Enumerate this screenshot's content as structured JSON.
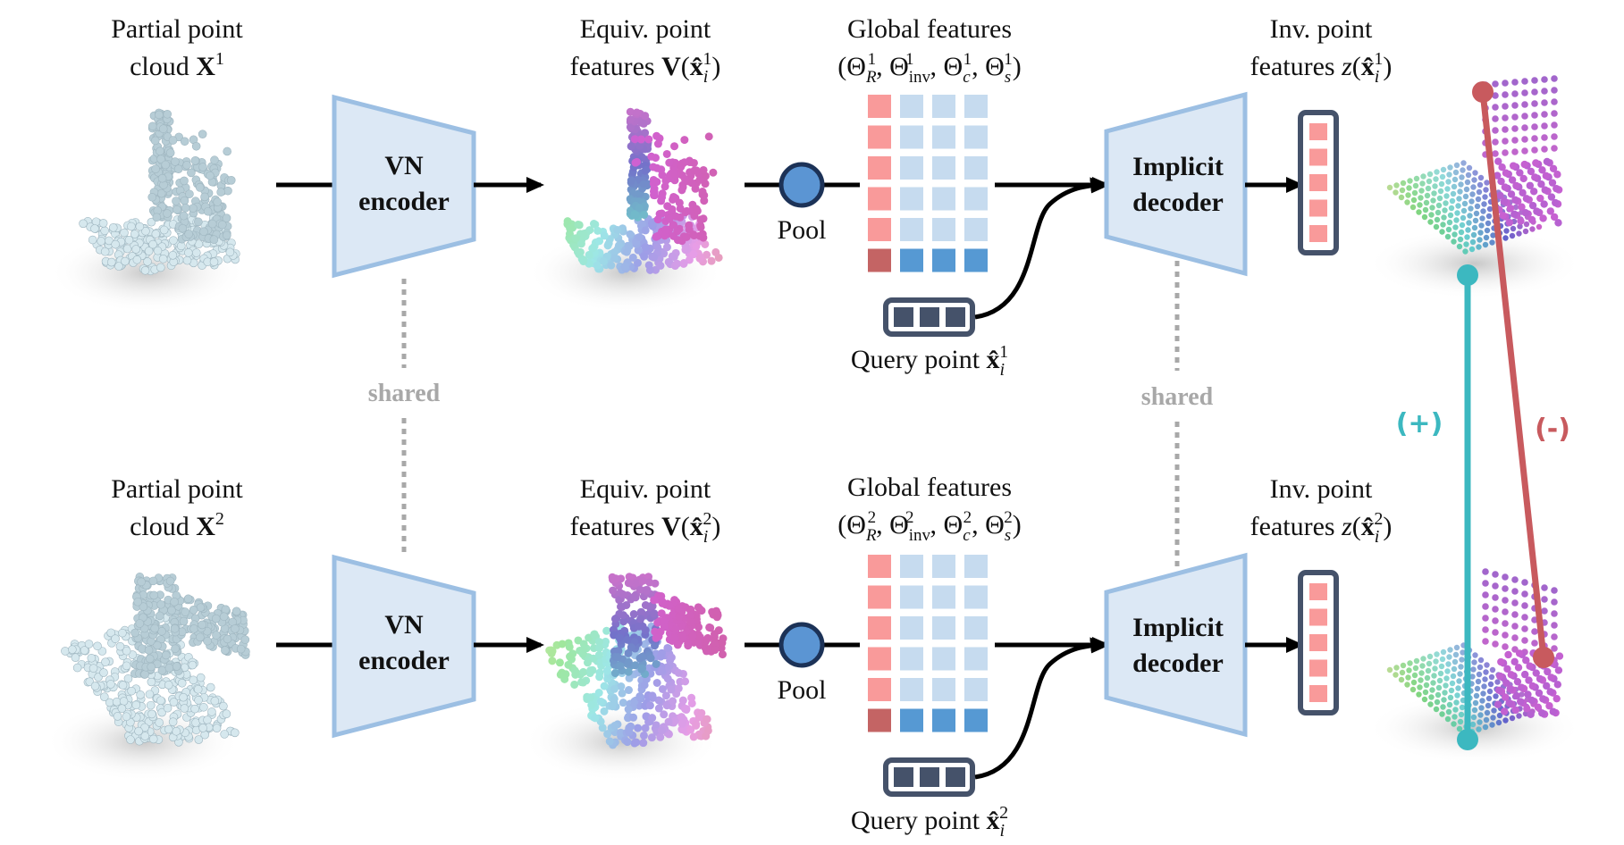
{
  "diagram": {
    "rows": [
      {
        "index": 1,
        "input_label": [
          "Partial point",
          "cloud X¹"
        ],
        "encoder_label": [
          "VN",
          "encoder"
        ],
        "equiv_label": [
          "Equiv. point",
          "features V(x̂ᵢ¹)"
        ],
        "pool_label": "Pool",
        "global_label": [
          "Global features",
          "(Θ_R¹, Θ_inv¹, Θ_c¹, Θ_s¹)"
        ],
        "query_label": "Query point x̂ᵢ¹",
        "decoder_label": [
          "Implicit",
          "decoder"
        ],
        "inv_label": [
          "Inv. point",
          "features z(x̂ᵢ¹)"
        ]
      },
      {
        "index": 2,
        "input_label": [
          "Partial point",
          "cloud X²"
        ],
        "encoder_label": [
          "VN",
          "encoder"
        ],
        "equiv_label": [
          "Equiv. point",
          "features V(x̂ᵢ²)"
        ],
        "pool_label": "Pool",
        "global_label": [
          "Global features",
          "(Θ_R², Θ_inv², Θ_c², Θ_s²)"
        ],
        "query_label": "Query point x̂ᵢ²",
        "decoder_label": [
          "Implicit",
          "decoder"
        ],
        "inv_label": [
          "Inv. point",
          "features z(x̂ᵢ²)"
        ]
      }
    ],
    "shared_label": "shared",
    "positive_label": "(+)",
    "negative_label": "(-)",
    "grid": {
      "rows": 6,
      "cols": 4
    },
    "feature_bar_cells": 5,
    "query_cells": 3,
    "colors": {
      "encoder_fill": "#dce8f5",
      "encoder_stroke": "#9cbfe3",
      "grid_red": "#f99a9a",
      "grid_red_dark": "#c46464",
      "grid_blue": "#c6dbef",
      "grid_blue_dark": "#5699d3",
      "pool_fill": "#5b95d3",
      "pool_stroke": "#1c3257",
      "query_fill": "#45526a",
      "positive": "#3cb8c0",
      "negative": "#c85a5e",
      "shared": "#a8a8a8"
    }
  }
}
